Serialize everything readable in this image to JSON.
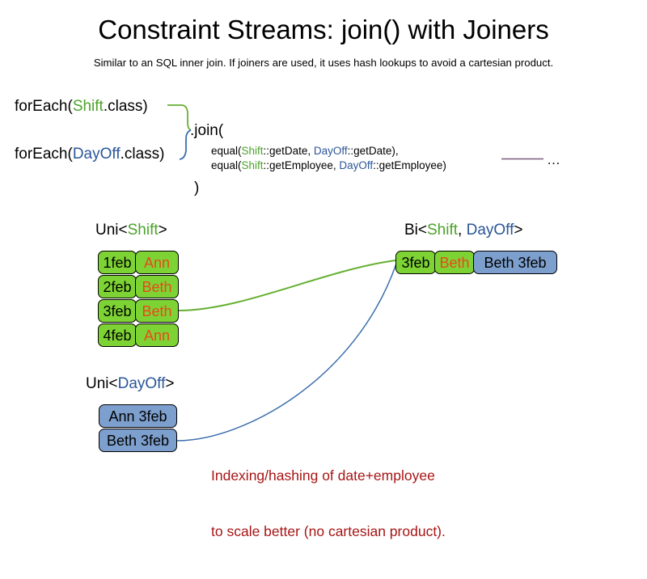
{
  "header": {
    "title": "Constraint Streams: join() with Joiners",
    "subtitle": "Similar to an SQL inner join. If joiners are used, it uses hash lookups to avoid a cartesian product."
  },
  "code": {
    "foreach_shift": {
      "prefix": "forEach(",
      "type": "Shift",
      "suffix": ".class)"
    },
    "foreach_dayoff": {
      "prefix": "forEach(",
      "type": "DayOff",
      "suffix": ".class)"
    },
    "join_open": ".join(",
    "join_close": ")",
    "joiners": [
      {
        "fn": "equal(",
        "left_type": "Shift",
        "left_ref": "::getDate, ",
        "right_type": "DayOff",
        "right_ref": "::getDate),",
        "text": "equal(Shift::getDate, DayOff::getDate),"
      },
      {
        "fn": "equal(",
        "left_type": "Shift",
        "left_ref": "::getEmployee, ",
        "right_type": "DayOff",
        "right_ref": "::getEmployee)",
        "text": "equal(Shift::getEmployee, DayOff::getEmployee)"
      }
    ],
    "ellipsis": "…"
  },
  "sections": {
    "uni_shift": {
      "prefix": "Uni<",
      "type": "Shift",
      "suffix": ">"
    },
    "bi": {
      "prefix": "Bi<",
      "type_a": "Shift",
      "separator": ", ",
      "type_b": "DayOff",
      "suffix": ">"
    },
    "uni_dayoff": {
      "prefix": "Uni<",
      "type": "DayOff",
      "suffix": ">"
    }
  },
  "uni_shift_rows": [
    {
      "date": "1feb",
      "employee": "Ann"
    },
    {
      "date": "2feb",
      "employee": "Beth"
    },
    {
      "date": "3feb",
      "employee": "Beth"
    },
    {
      "date": "4feb",
      "employee": "Ann"
    }
  ],
  "uni_dayoff_rows": [
    {
      "label": "Ann 3feb"
    },
    {
      "label": "Beth 3feb"
    }
  ],
  "bi_row": {
    "date": "3feb",
    "employee": "Beth",
    "dayoff": "Beth 3feb"
  },
  "note": {
    "line1": "Indexing/hashing of date+employee",
    "line2": "to scale better (no cartesian product)."
  },
  "colors": {
    "shift_green": "#4ca32a",
    "dayoff_blue": "#2a5699",
    "box_green": "#7ed334",
    "box_blue": "#7d9fcd",
    "employee_orange": "#e8491c",
    "note_red": "#a81515",
    "wire_green": "#66b032",
    "wire_blue": "#3c6fad",
    "wire_purple": "#7a5a7a"
  }
}
